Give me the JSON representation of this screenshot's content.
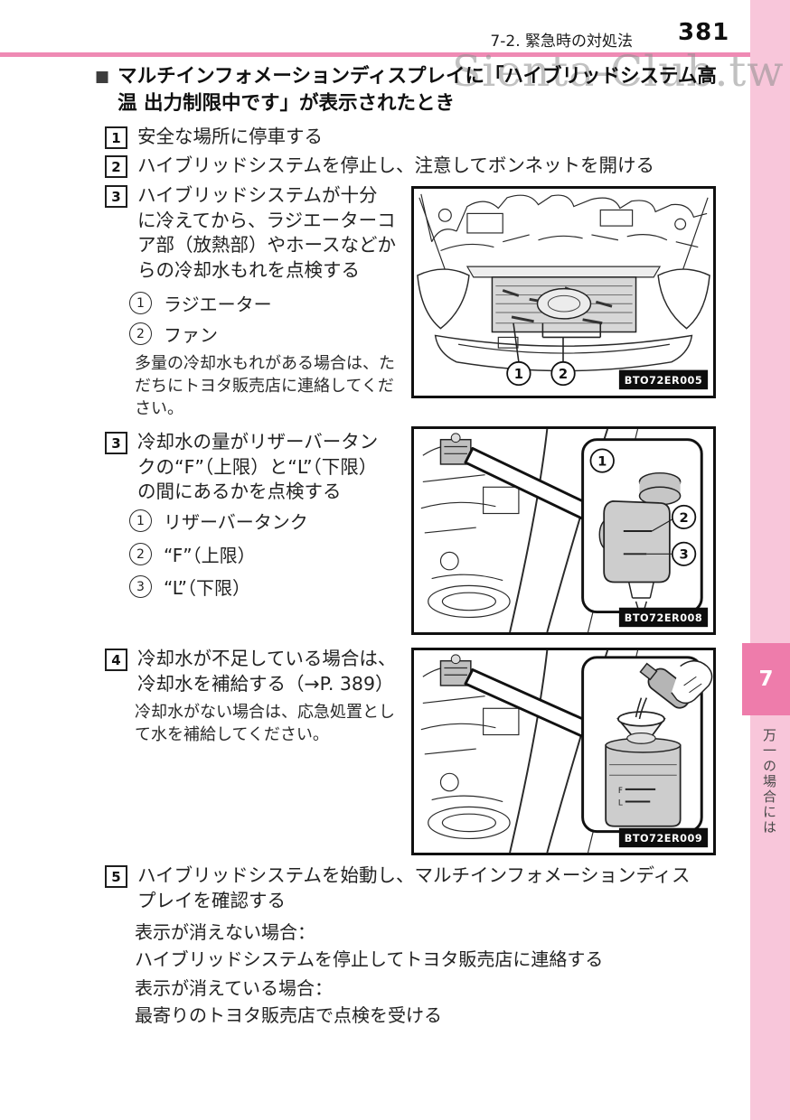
{
  "colors": {
    "accent_rule_pink": "#ef8ab4",
    "strip_pink": "#f8c6da",
    "tab_pink": "#ee7cab",
    "figure_gray": "#cdcdcd",
    "text_black": "#222222"
  },
  "header": {
    "section_title": "7-2. 緊急時の対処法",
    "page_number": "381"
  },
  "watermark": {
    "text": "Sienta-Club.tw"
  },
  "sidebar": {
    "tab_number": "7",
    "chapter_label": "万一の場合には"
  },
  "title": {
    "bullet": "■",
    "text": "マルチインフォメーションディスプレイに「ハイブリッドシステム高\n温 出力制限中です」が表示されたとき"
  },
  "steps": {
    "s1": {
      "num": "1",
      "text": "安全な場所に停車する"
    },
    "s2": {
      "num": "2",
      "text": "ハイブリッドシステムを停止し、注意してボンネットを開ける"
    },
    "s3": {
      "num": "3",
      "text": "ハイブリッドシステムが十分\nに冷えてから、ラジエーターコ\nア部（放熱部）やホースなどか\nらの冷却水もれを点検する",
      "callouts": [
        {
          "num": "1",
          "label": "ラジエーター"
        },
        {
          "num": "2",
          "label": "ファン"
        }
      ],
      "note": "多量の冷却水もれがある場合は、た\nだちにトヨタ販売店に連絡してくだ\nさい。"
    },
    "s3b": {
      "num": "3",
      "text": "冷却水の量がリザーバータン\nクの“F”（上限）と“L”（下限）\nの間にあるかを点検する",
      "callouts": [
        {
          "num": "1",
          "label": "リザーバータンク"
        },
        {
          "num": "2",
          "label": "“F”（上限）"
        },
        {
          "num": "3",
          "label": "“L”（下限）"
        }
      ]
    },
    "s4": {
      "num": "4",
      "text": "冷却水が不足している場合は、\n冷却水を補給する（→P. 389）",
      "note": "冷却水がない場合は、応急処置とし\nて水を補給してください。"
    },
    "s5": {
      "num": "5",
      "text": "ハイブリッドシステムを始動し、マルチインフォメーションディス\nプレイを確認する",
      "cases": [
        {
          "condition": "表示が消えない場合：",
          "action": "ハイブリッドシステムを停止してトヨタ販売店に連絡する"
        },
        {
          "condition": "表示が消えている場合：",
          "action": "最寄りのトヨタ販売店で点検を受ける"
        }
      ]
    }
  },
  "figures": [
    {
      "label": "BTO72ER005",
      "callouts": [
        "1",
        "2"
      ],
      "description": "front of vehicle with radiator and fan"
    },
    {
      "label": "BTO72ER008",
      "callouts": [
        "1",
        "2",
        "3"
      ],
      "description": "reservoir tank with F and L marks"
    },
    {
      "label": "BTO72ER009",
      "callouts": [],
      "description": "refilling coolant into reservoir tank"
    }
  ]
}
